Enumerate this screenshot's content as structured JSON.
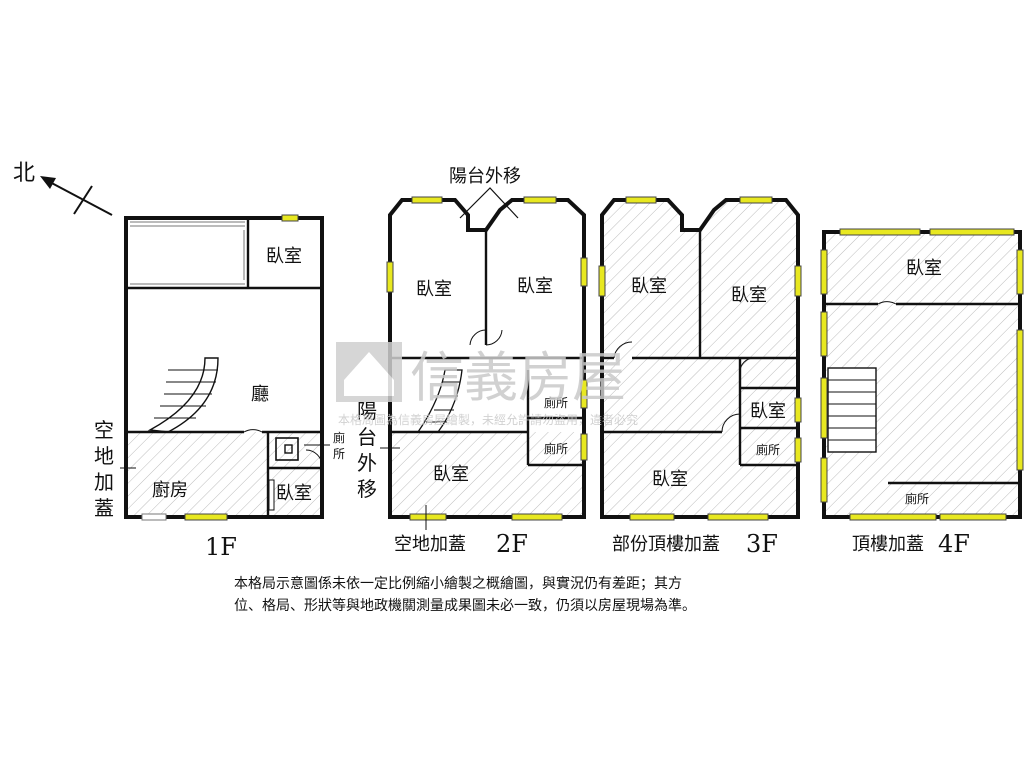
{
  "north": "北",
  "balcony_moved_out": "陽台外移",
  "balcony_moved_out_side": [
    "陽",
    "台",
    "外",
    "移"
  ],
  "vacant_land_addition_side": [
    "空",
    "地",
    "加",
    "蓋"
  ],
  "floors": {
    "f1": {
      "name": "1F",
      "rooms": {
        "bedroom_top": "臥室",
        "hall": "廳",
        "kitchen": "廚房",
        "bedroom_bottom": "臥室",
        "toilet": "廁所"
      }
    },
    "f2": {
      "name": "2F",
      "caption": "空地加蓋",
      "rooms": {
        "bedroom_left": "臥室",
        "bedroom_right": "臥室",
        "toilet_top": "廁所",
        "toilet_bottom": "廁所",
        "bedroom_bottom": "臥室"
      }
    },
    "f3": {
      "name": "3F",
      "caption": "部份頂樓加蓋",
      "rooms": {
        "bedroom_left": "臥室",
        "bedroom_right": "臥室",
        "bedroom_small": "臥室",
        "toilet": "廁所",
        "bedroom_bottom": "臥室"
      }
    },
    "f4": {
      "name": "4F",
      "caption": "頂樓加蓋",
      "rooms": {
        "bedroom": "臥室",
        "toilet": "廁所"
      }
    }
  },
  "disclaimer": [
    "本格局示意圖係未依一定比例縮小繪製之概繪圖，與實況仍有差距；其方",
    "位、格局、形狀等與地政機關測量成果圖未必一致，仍須以房屋現場為準。"
  ],
  "watermark": {
    "brand": "信義房屋",
    "notice": "本格局圖為信義房屋繪製，未經允許請勿盜用，違者必究"
  },
  "colors": {
    "wall": "#111111",
    "window": "#e8e820",
    "hatch": "#bdbdbd",
    "watermark": "#c9c9c9"
  }
}
